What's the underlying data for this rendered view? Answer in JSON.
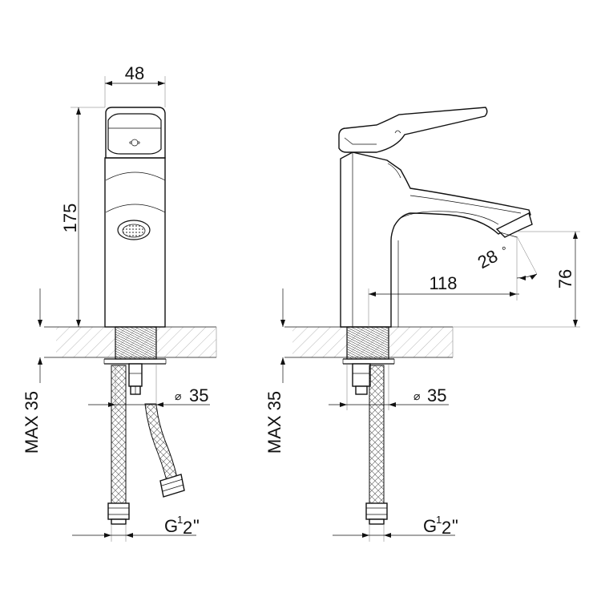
{
  "dimensions": {
    "width": "48",
    "height": "175",
    "reach": "118",
    "spout_height": "76",
    "angle": "28",
    "angle_unit": "°",
    "hole_diameter_symbol": "⌀",
    "hole_diameter": "35",
    "max_thickness": "MAX 35",
    "connection_prefix": "G",
    "connection_num": "1",
    "connection_den": "2",
    "connection_suffix": "\""
  },
  "colors": {
    "line": "#111111",
    "hatch": "#777777",
    "background": "#ffffff"
  }
}
